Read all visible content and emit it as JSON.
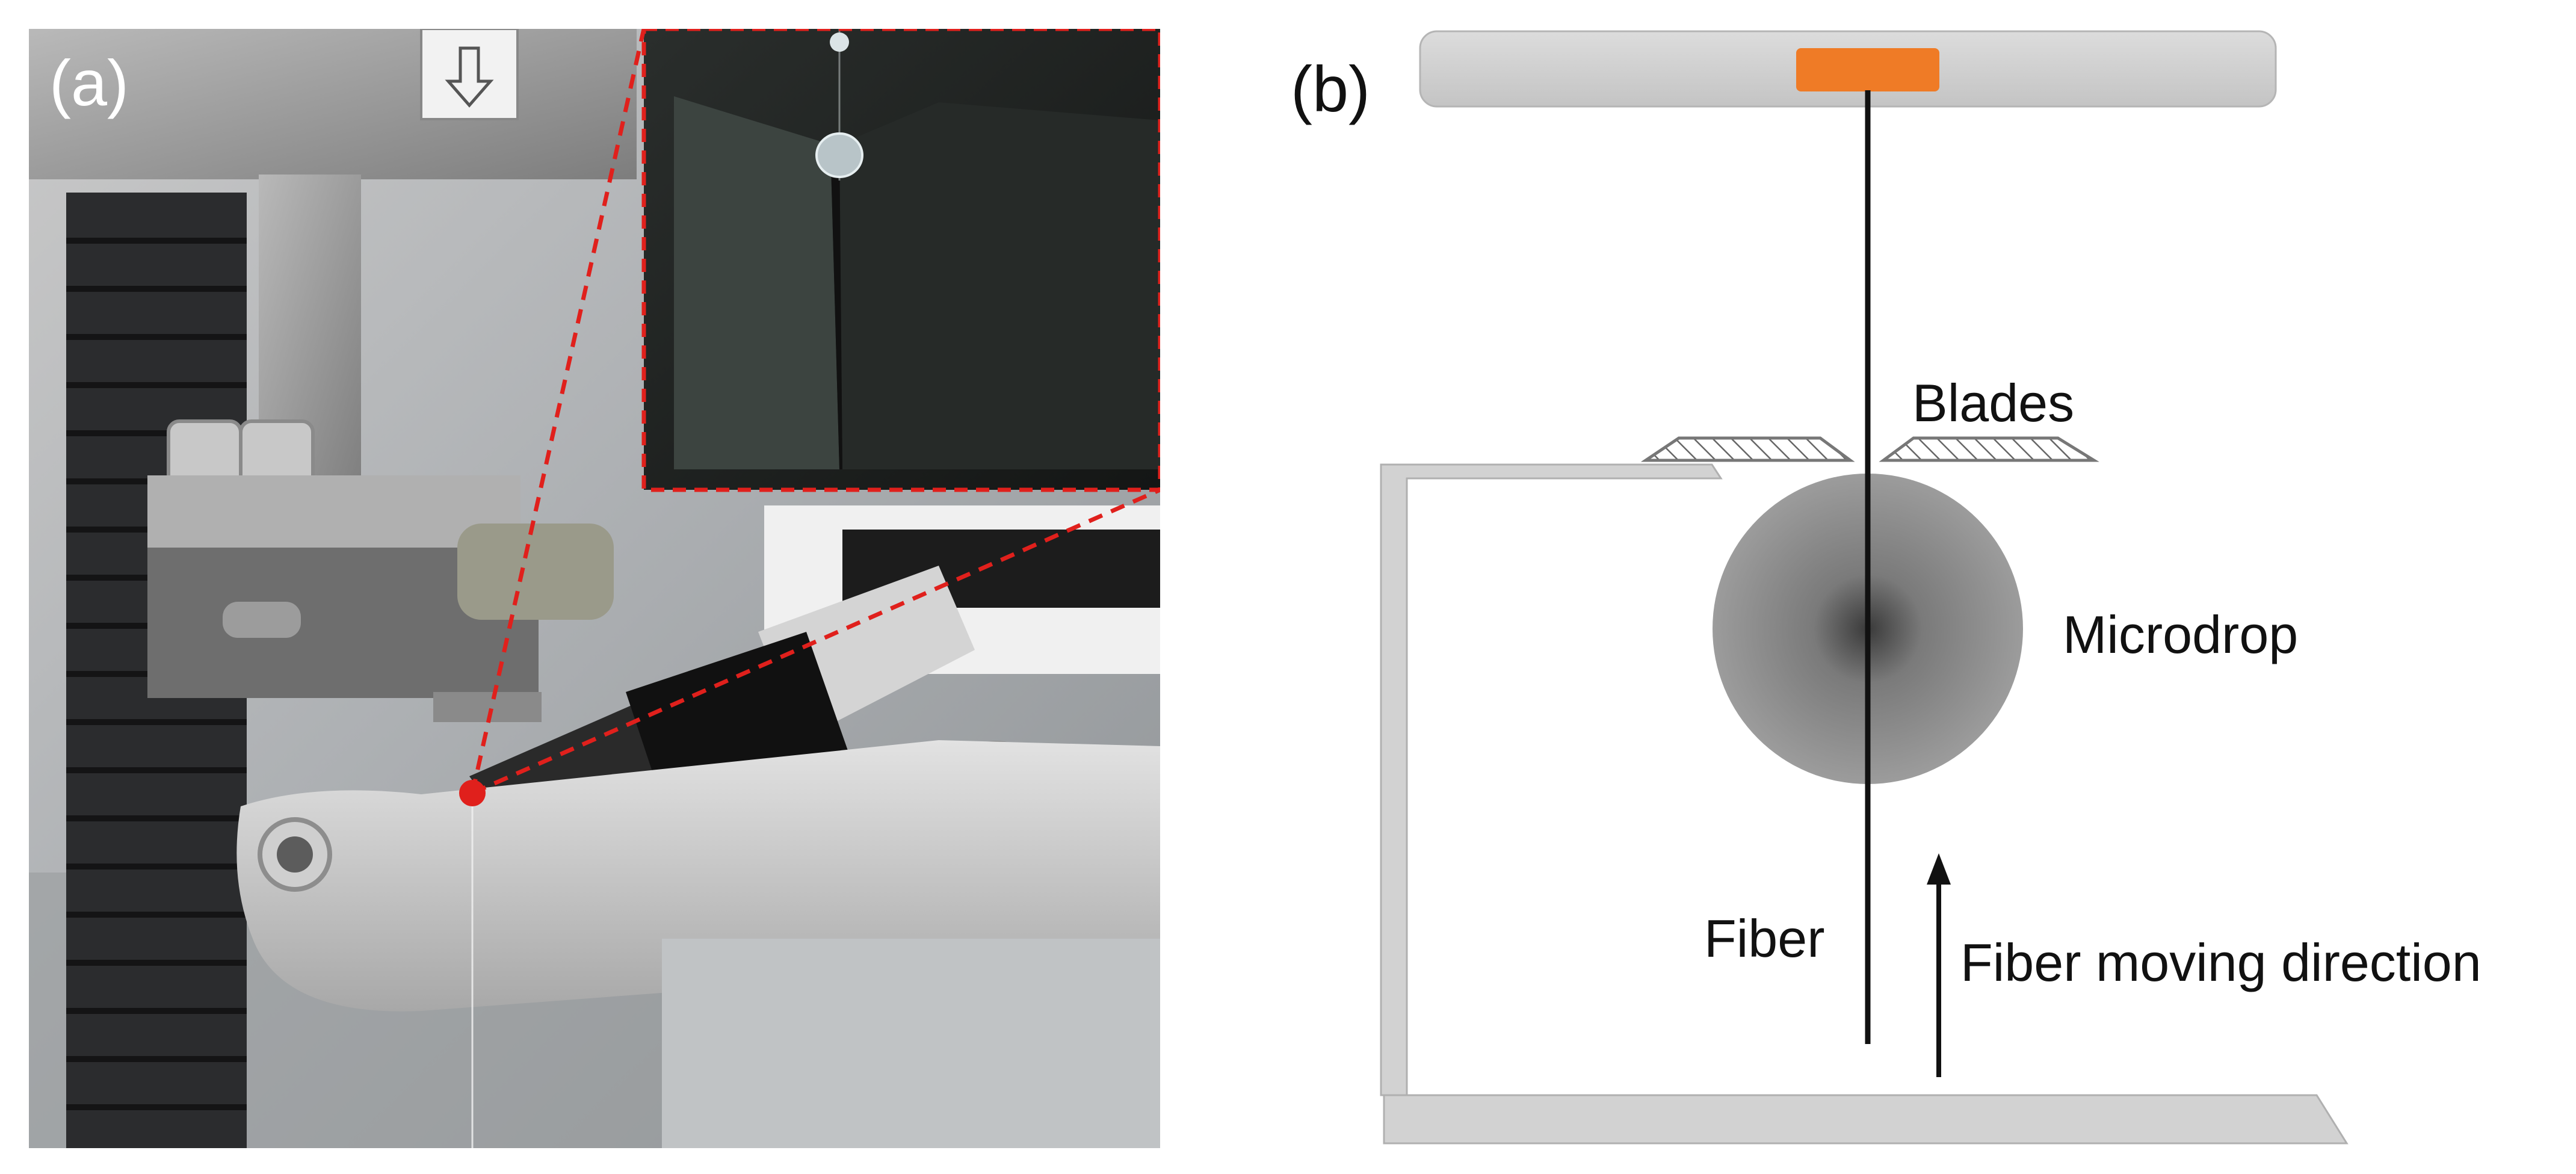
{
  "panel_a": {
    "label": "(a)",
    "callout_color": "#e0201c"
  },
  "panel_b": {
    "label": "(b)",
    "labels": {
      "blades": "Blades",
      "microdrop": "Microdrop",
      "fiber": "Fiber",
      "direction": "Fiber moving direction"
    },
    "colors": {
      "clamp": "#ef7b26",
      "frame": "#d2d2d2",
      "drop": "#8a8a8a",
      "fiber": "#111111"
    }
  }
}
